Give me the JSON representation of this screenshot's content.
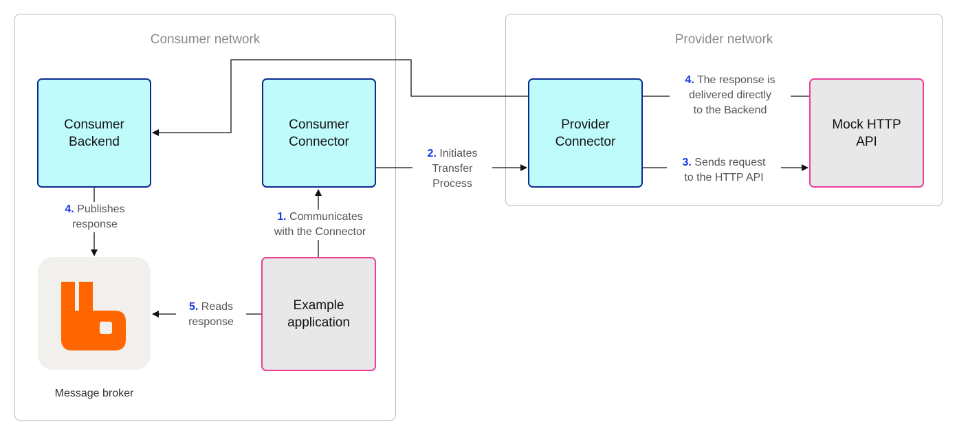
{
  "groups": {
    "consumer": {
      "title": "Consumer network"
    },
    "provider": {
      "title": "Provider network"
    }
  },
  "nodes": {
    "consumer_backend": "Consumer\nBackend",
    "consumer_connector": "Consumer\nConnector",
    "provider_connector": "Provider\nConnector",
    "mock_http_api": "Mock HTTP\nAPI",
    "example_application": "Example\napplication",
    "message_broker": "Message broker"
  },
  "edges": {
    "communicates": {
      "step": "1.",
      "text": "Communicates",
      "text2": "with the Connector"
    },
    "initiates": {
      "step": "2.",
      "text": "Initiates",
      "text2": "Transfer",
      "text3": "Process"
    },
    "sends_request": {
      "step": "3.",
      "text": "Sends request",
      "text2": "to the HTTP API"
    },
    "response_delivered": {
      "step": "4.",
      "text": "The response is",
      "text2": "delivered directly",
      "text3": "to the Backend"
    },
    "publishes": {
      "step": "4.",
      "text": "Publishes",
      "text2": "response"
    },
    "reads": {
      "step": "5.",
      "text": "Reads",
      "text2": "response"
    }
  },
  "colors": {
    "connector_fill": "#c0fbfc",
    "connector_border": "#0b2a8c",
    "app_fill": "#e8e8e8",
    "app_border": "#ec3d97",
    "step_number": "#1636e6",
    "broker_logo": "#ff6600",
    "group_border": "#b9b9b9"
  }
}
